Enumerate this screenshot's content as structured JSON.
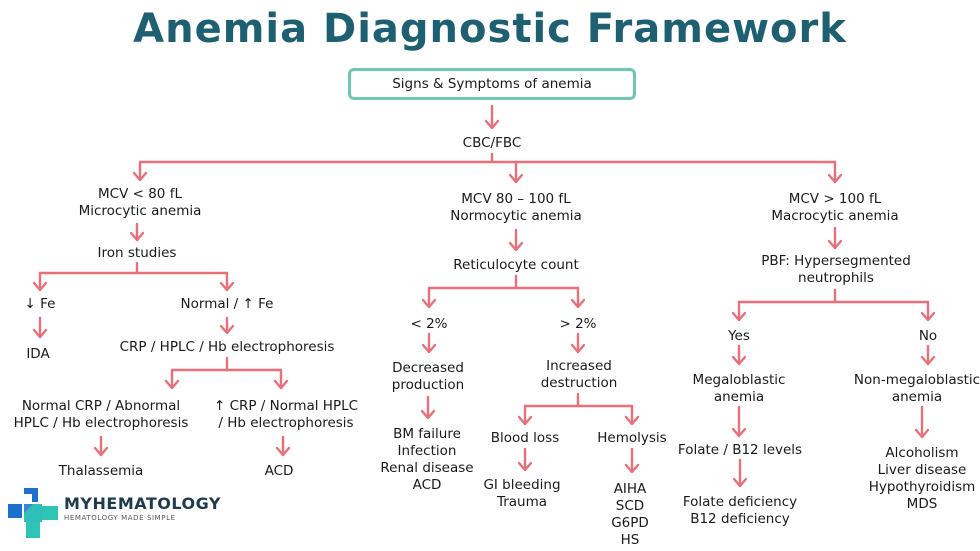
{
  "title": "Anemia Diagnostic Framework",
  "colors": {
    "title": "#1f5f72",
    "connector": "#e8707a",
    "root_border": "#6fc7b2",
    "logo_blue": "#1e6fc9",
    "logo_teal": "#2ec4b6"
  },
  "brand": {
    "name": "MYHEMATOLOGY",
    "tagline": "HEMATOLOGY MADE SIMPLE",
    "icon": "plus-cross-logo-icon"
  },
  "nodes": {
    "root": [
      "Signs & Symptoms of anemia"
    ],
    "cbc": [
      "CBC/FBC"
    ],
    "micro": [
      "MCV < 80 fL",
      "Microcytic anemia"
    ],
    "normo": [
      "MCV 80 – 100 fL",
      "Normocytic anemia"
    ],
    "macro": [
      "MCV > 100 fL",
      "Macrocytic anemia"
    ],
    "iron": [
      "Iron studies"
    ],
    "low_fe": [
      "↓ Fe"
    ],
    "normal_fe": [
      "Normal / ↑ Fe"
    ],
    "ida": [
      "IDA"
    ],
    "crp_hplc": [
      "CRP / HPLC / Hb electrophoresis"
    ],
    "normal_crp": [
      "Normal CRP / Abnormal",
      "HPLC / Hb electrophoresis"
    ],
    "high_crp": [
      "↑ CRP / Normal HPLC",
      "/ Hb electrophoresis"
    ],
    "thalassemia": [
      "Thalassemia"
    ],
    "acd": [
      "ACD"
    ],
    "retic": [
      "Reticulocyte count"
    ],
    "lt2": [
      "< 2%"
    ],
    "gt2": [
      "> 2%"
    ],
    "decreased": [
      "Decreased",
      "production"
    ],
    "increased": [
      "Increased",
      "destruction"
    ],
    "decreased_causes": [
      "BM failure",
      "Infection",
      "Renal disease",
      "ACD"
    ],
    "blood_loss": [
      "Blood loss"
    ],
    "hemolysis": [
      "Hemolysis"
    ],
    "blood_loss_causes": [
      "GI bleeding",
      "Trauma"
    ],
    "hemolysis_causes": [
      "AIHA",
      "SCD",
      "G6PD",
      "HS"
    ],
    "pbf": [
      "PBF: Hypersegmented",
      "neutrophils"
    ],
    "yes": [
      "Yes"
    ],
    "no": [
      "No"
    ],
    "megaloblastic": [
      "Megaloblastic",
      "anemia"
    ],
    "non_megaloblastic": [
      "Non-megaloblastic",
      "anemia"
    ],
    "folate_b12": [
      "Folate / B12 levels"
    ],
    "deficiency": [
      "Folate deficiency",
      "B12 deficiency"
    ],
    "non_mega_causes": [
      "Alcoholism",
      "Liver disease",
      "Hypothyroidism",
      "MDS"
    ]
  }
}
